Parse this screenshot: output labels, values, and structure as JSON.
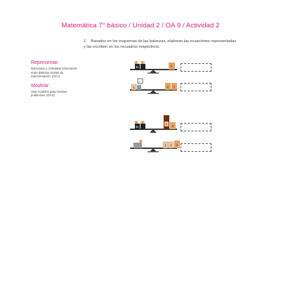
{
  "header": {
    "title": "Matemática 7° básico / Unidad 2 / OA 9 / Actividad 2"
  },
  "sidebar": {
    "sections": [
      {
        "title": "Representar",
        "description": "Relacionar y contrastar información entre distintos niveles de representación. (OA I)"
      },
      {
        "title": "Modelar",
        "description": "Usar modelos para resolver problemas. (OA K)"
      }
    ]
  },
  "instruction": {
    "number": "2.",
    "text": "Basados en los esquemas de las balanzas, elaboran las ecuaciones representadas y las escriben en los recuadros respectivos."
  },
  "scales": [
    {
      "left_labels": [
        "3",
        "3",
        "3x"
      ],
      "right_labels": [
        "4"
      ],
      "answer": ""
    },
    {
      "left_labels": [
        "2",
        "x"
      ],
      "right_labels": [
        "3",
        "4"
      ],
      "answer": ""
    },
    {
      "left_labels": [
        "3",
        "3",
        "3x"
      ],
      "right_labels": [
        "8",
        "4"
      ],
      "answer": ""
    },
    {
      "left_labels": [
        "3"
      ],
      "right_labels": [
        "3",
        "3",
        "4"
      ],
      "answer": ""
    }
  ],
  "colors": {
    "accent": "#d6207e",
    "beam": "#3a3a3a",
    "box_dark": "#6b2f12",
    "box_orange": "#e8a25c",
    "box_light": "#f3c99a",
    "box_gray": "#9a9a9a"
  }
}
